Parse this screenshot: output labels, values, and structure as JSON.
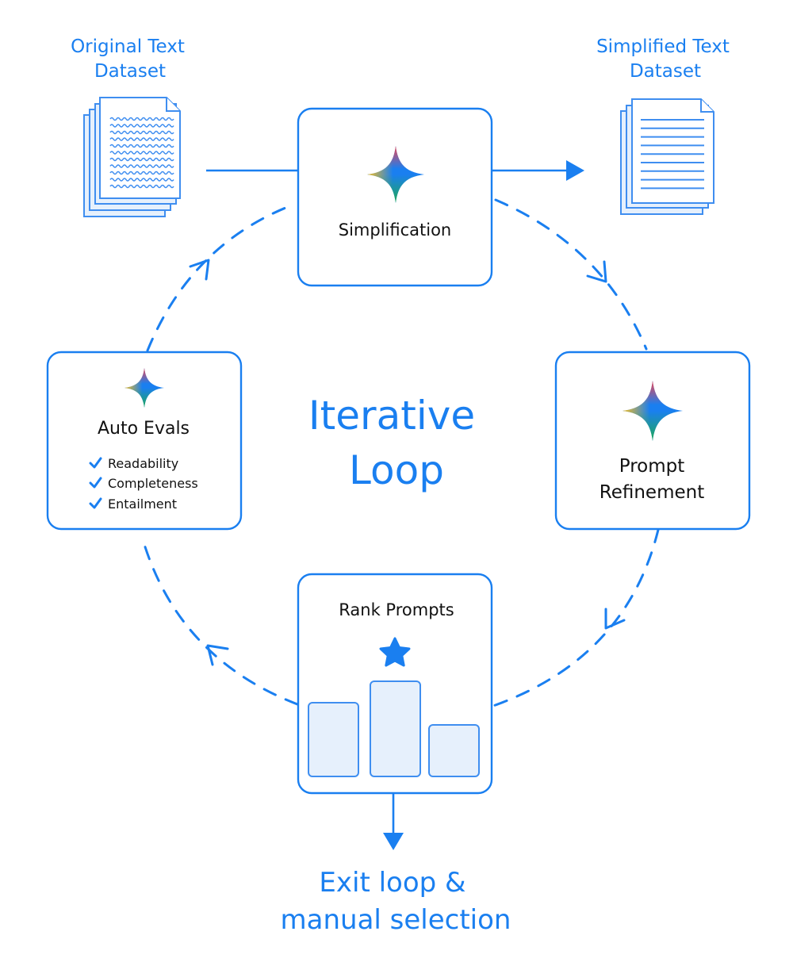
{
  "colors": {
    "accent": "#1a7ff0",
    "text_dark": "#111111",
    "bar_fill": "#e6f0fc"
  },
  "inputs": {
    "original_dataset": {
      "line1": "Original Text",
      "line2": "Dataset",
      "icon": "wavy-text-document-stack-icon"
    },
    "simplified_dataset": {
      "line1": "Simplified Text",
      "line2": "Dataset",
      "icon": "lined-document-stack-icon"
    }
  },
  "center": {
    "line1": "Iterative",
    "line2": "Loop"
  },
  "nodes": {
    "simplification": {
      "label": "Simplification",
      "icon": "gemini-sparkle-icon"
    },
    "prompt_refinement": {
      "line1": "Prompt",
      "line2": "Refinement",
      "icon": "gemini-sparkle-icon"
    },
    "rank_prompts": {
      "label": "Rank Prompts",
      "icon": "star-icon",
      "bars": [
        "second",
        "first",
        "third"
      ]
    },
    "auto_evals": {
      "label": "Auto Evals",
      "icon": "gemini-sparkle-icon",
      "checks": [
        "Readability",
        "Completeness",
        "Entailment"
      ]
    }
  },
  "exit": {
    "line1": "Exit loop &",
    "line2": "manual selection"
  }
}
